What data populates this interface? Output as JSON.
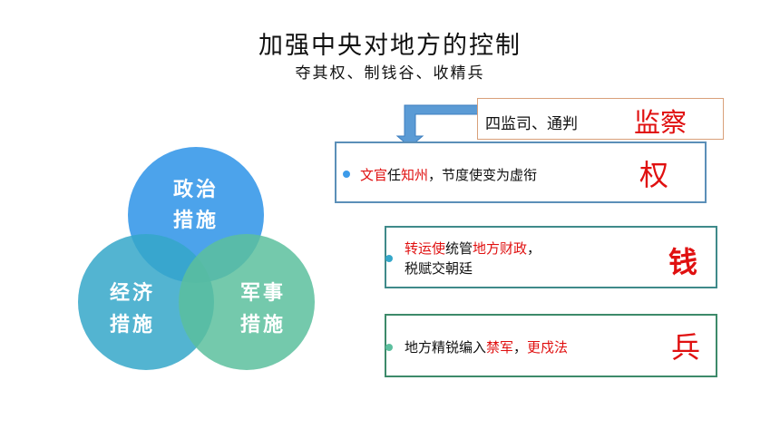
{
  "header": {
    "title": "加强中央对地方的控制",
    "subtitle": "夺其权、制钱谷、收精兵"
  },
  "venn": {
    "top": {
      "line1": "政治",
      "line2": "措施",
      "color": "#3d9be9"
    },
    "left": {
      "line1": "经济",
      "line2": "措施",
      "color": "#35a7c9"
    },
    "right": {
      "line1": "军事",
      "line2": "措施",
      "color": "#5cbf9e"
    }
  },
  "supervise_box": {
    "text": "四监司、通判",
    "keyword": "监察"
  },
  "cards": {
    "political": {
      "seg1": "文官",
      "seg2": "任",
      "seg3": "知州",
      "seg4": "，节度使变为虚衔",
      "keyword": "权"
    },
    "economic": {
      "seg1": "转运使",
      "seg2": "统管",
      "seg3": "地方财政",
      "seg4": "，",
      "line2": "税赋交朝廷",
      "keyword": "钱"
    },
    "military": {
      "seg1": "地方精锐编入",
      "seg2": "禁军",
      "seg3": "，",
      "seg4": "更戍法",
      "keyword": "兵"
    }
  },
  "colors": {
    "accent_red": "#e01010",
    "arrow_blue": "#5b9bd5"
  }
}
